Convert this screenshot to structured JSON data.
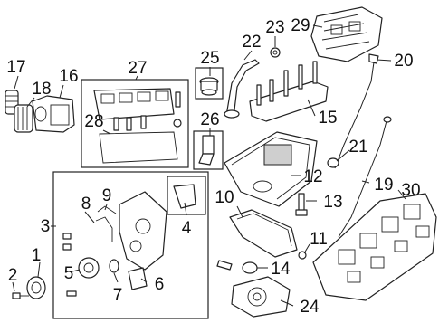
{
  "diagram": {
    "kind": "exploded parts diagram",
    "callouts": [
      {
        "id": "p1",
        "label": "1"
      },
      {
        "id": "p2",
        "label": "2"
      },
      {
        "id": "p3",
        "label": "3"
      },
      {
        "id": "p4",
        "label": "4"
      },
      {
        "id": "p5",
        "label": "5"
      },
      {
        "id": "p6",
        "label": "6"
      },
      {
        "id": "p7",
        "label": "7"
      },
      {
        "id": "p8",
        "label": "8"
      },
      {
        "id": "p9",
        "label": "9"
      },
      {
        "id": "p10",
        "label": "10"
      },
      {
        "id": "p11",
        "label": "11"
      },
      {
        "id": "p12",
        "label": "12"
      },
      {
        "id": "p13",
        "label": "13"
      },
      {
        "id": "p14",
        "label": "14"
      },
      {
        "id": "p15",
        "label": "15"
      },
      {
        "id": "p16",
        "label": "16"
      },
      {
        "id": "p17",
        "label": "17"
      },
      {
        "id": "p18",
        "label": "18"
      },
      {
        "id": "p19",
        "label": "19"
      },
      {
        "id": "p20",
        "label": "20"
      },
      {
        "id": "p21",
        "label": "21"
      },
      {
        "id": "p22",
        "label": "22"
      },
      {
        "id": "p23",
        "label": "23"
      },
      {
        "id": "p24",
        "label": "24"
      },
      {
        "id": "p25",
        "label": "25"
      },
      {
        "id": "p26",
        "label": "26"
      },
      {
        "id": "p27",
        "label": "27"
      },
      {
        "id": "p28",
        "label": "28"
      },
      {
        "id": "p29",
        "label": "29"
      },
      {
        "id": "p30",
        "label": "30"
      }
    ]
  }
}
